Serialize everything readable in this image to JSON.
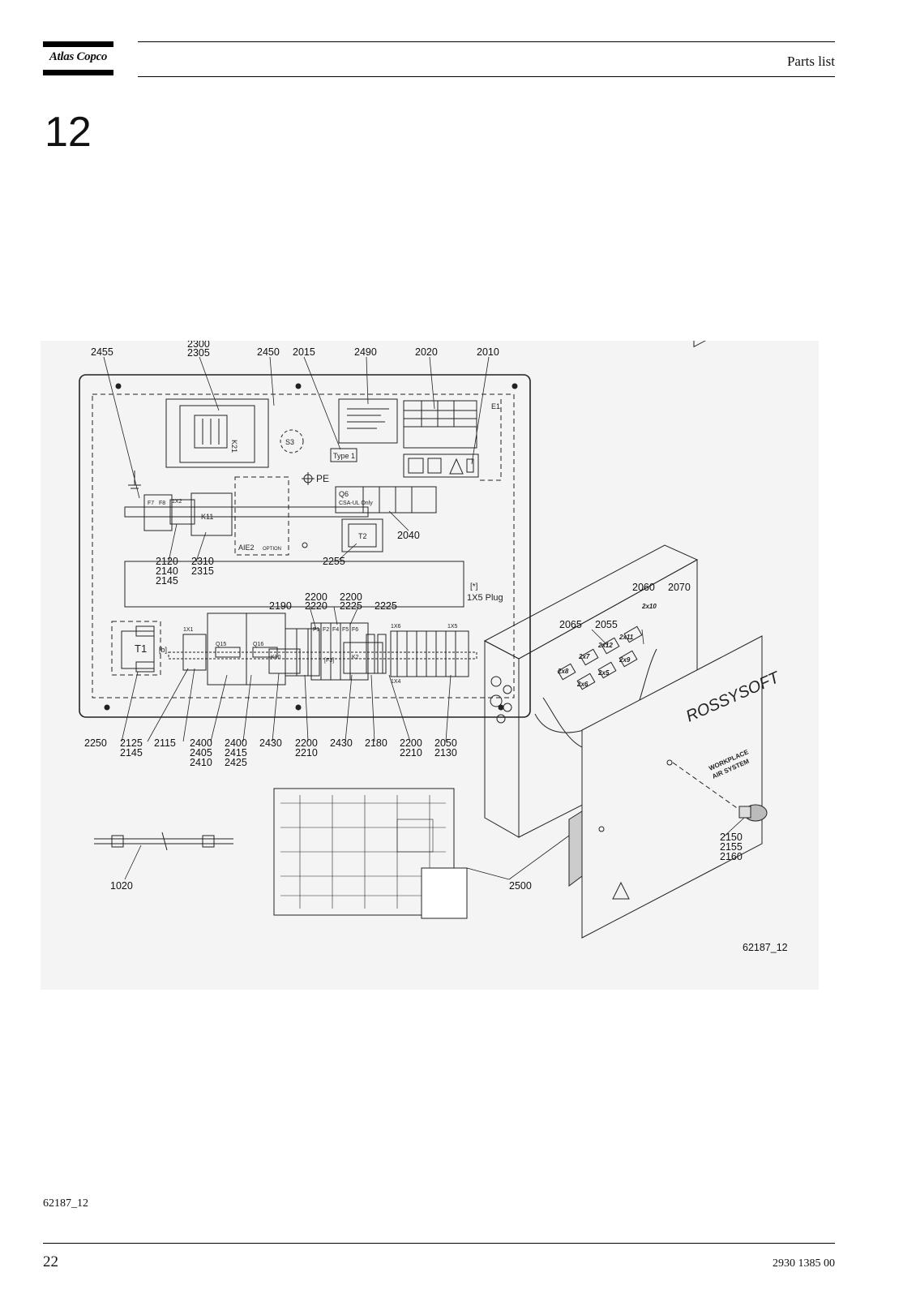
{
  "header": {
    "brand": "Atlas Copco",
    "title": "Parts list"
  },
  "section": {
    "number": "12"
  },
  "figure": {
    "drawing_code": "62187_12",
    "callouts": [
      {
        "label": "2455"
      },
      {
        "label": "2300"
      },
      {
        "label": "2305"
      },
      {
        "label": "2450"
      },
      {
        "label": "2015"
      },
      {
        "label": "2490"
      },
      {
        "label": "2020"
      },
      {
        "label": "2010"
      },
      {
        "label": "2040"
      },
      {
        "label": "2255"
      },
      {
        "label": "2120"
      },
      {
        "label": "2140"
      },
      {
        "label": "2145"
      },
      {
        "label": "2310"
      },
      {
        "label": "2315"
      },
      {
        "label": "2200"
      },
      {
        "label": "2200"
      },
      {
        "label": "2190"
      },
      {
        "label": "2220"
      },
      {
        "label": "2225"
      },
      {
        "label": "2225"
      },
      {
        "label": "2060"
      },
      {
        "label": "2070"
      },
      {
        "label": "2065"
      },
      {
        "label": "2055"
      },
      {
        "label": "2250"
      },
      {
        "label": "2125"
      },
      {
        "label": "2145"
      },
      {
        "label": "2115"
      },
      {
        "label": "2400"
      },
      {
        "label": "2405"
      },
      {
        "label": "2410"
      },
      {
        "label": "2400"
      },
      {
        "label": "2415"
      },
      {
        "label": "2425"
      },
      {
        "label": "2430"
      },
      {
        "label": "2200"
      },
      {
        "label": "2210"
      },
      {
        "label": "2430"
      },
      {
        "label": "2180"
      },
      {
        "label": "2200"
      },
      {
        "label": "2210"
      },
      {
        "label": "2050"
      },
      {
        "label": "2130"
      },
      {
        "label": "2150"
      },
      {
        "label": "2155"
      },
      {
        "label": "2160"
      },
      {
        "label": "1020"
      },
      {
        "label": "2500"
      }
    ],
    "panel_labels": {
      "k21": "K21",
      "s3": "S3",
      "pe": "PE",
      "type1": "Type 1",
      "e1": "E1",
      "k11": "K11",
      "ie2": "AIE2",
      "option": "OPTION",
      "q6": "Q6",
      "csa": "CSA-UL Only",
      "t2": "T2",
      "plug1": "[*]",
      "plug2": "1X5 Plug",
      "t1": "T1",
      "b": "[b]",
      "q15": "Q15",
      "q16": "Q16",
      "k10": "K10",
      "k2": "K2",
      "x6": "1X6",
      "x5": "1X5",
      "x4": "1X4",
      "x1": "1X1",
      "x2": "1X2",
      "f1": "F1",
      "f2": "F2",
      "f4": "F4",
      "f5": "F5",
      "f6": "F6",
      "f3": "[F3]",
      "f7": "F7",
      "f8": "F8"
    },
    "enclosure_labels": {
      "brand": "ROSSYSOFT",
      "plate1": "WORKPLACE",
      "plate2": "AIR SYSTEM",
      "m8": "2x8",
      "m7": "2x7",
      "m12": "2x12",
      "m11": "2x11",
      "m6": "2x6",
      "m5": "2x5",
      "m9": "2x9",
      "m10": "2x10"
    }
  },
  "footer": {
    "figure_code": "62187_12",
    "page_number": "22",
    "document_number": "2930 1385 00"
  }
}
